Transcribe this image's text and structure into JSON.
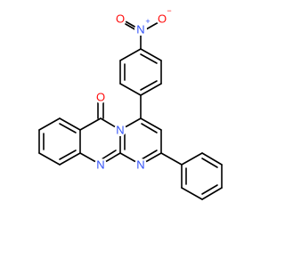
{
  "molecule": {
    "atoms": [
      {
        "id": "o_nitro_left",
        "label": "O",
        "charge": "",
        "color": "#ff0d0d"
      },
      {
        "id": "o_nitro_right",
        "label": "O",
        "charge": "−",
        "color": "#ff0d0d"
      },
      {
        "id": "n_nitro",
        "label": "N",
        "charge": "+",
        "color": "#3050f8"
      },
      {
        "id": "o_carbonyl",
        "label": "O",
        "charge": "",
        "color": "#ff0d0d"
      },
      {
        "id": "n_bridge",
        "label": "N",
        "charge": "",
        "color": "#3050f8"
      },
      {
        "id": "n_quinazoline",
        "label": "N",
        "charge": "",
        "color": "#3050f8"
      },
      {
        "id": "n_pyrimidine",
        "label": "N",
        "charge": "",
        "color": "#3050f8"
      }
    ]
  }
}
